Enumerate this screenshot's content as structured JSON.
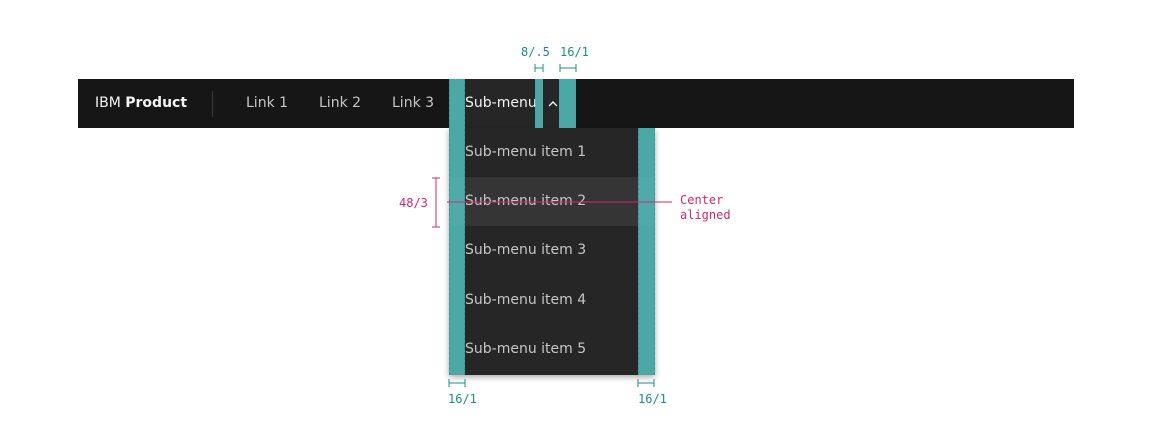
{
  "header": {
    "brand_prefix": "IBM",
    "brand_name": "Product",
    "links": [
      "Link 1",
      "Link 2",
      "Link 3"
    ],
    "submenu_label": "Sub-menu"
  },
  "menu": {
    "items": [
      "Sub-menu item 1",
      "Sub-menu item 2",
      "Sub-menu item 3",
      "Sub-menu item 4",
      "Sub-menu item 5"
    ],
    "active_index": 1
  },
  "annotations": {
    "top_left": "8/.5",
    "top_right": "16/1",
    "bottom_left": "16/1",
    "bottom_right": "16/1",
    "height": "48/3",
    "center_line1": "Center",
    "center_line2": "aligned"
  },
  "colors": {
    "header_bg": "#161616",
    "menu_bg": "#262626",
    "spec_teal": "#54bfbc",
    "spec_magenta": "#d12771"
  }
}
